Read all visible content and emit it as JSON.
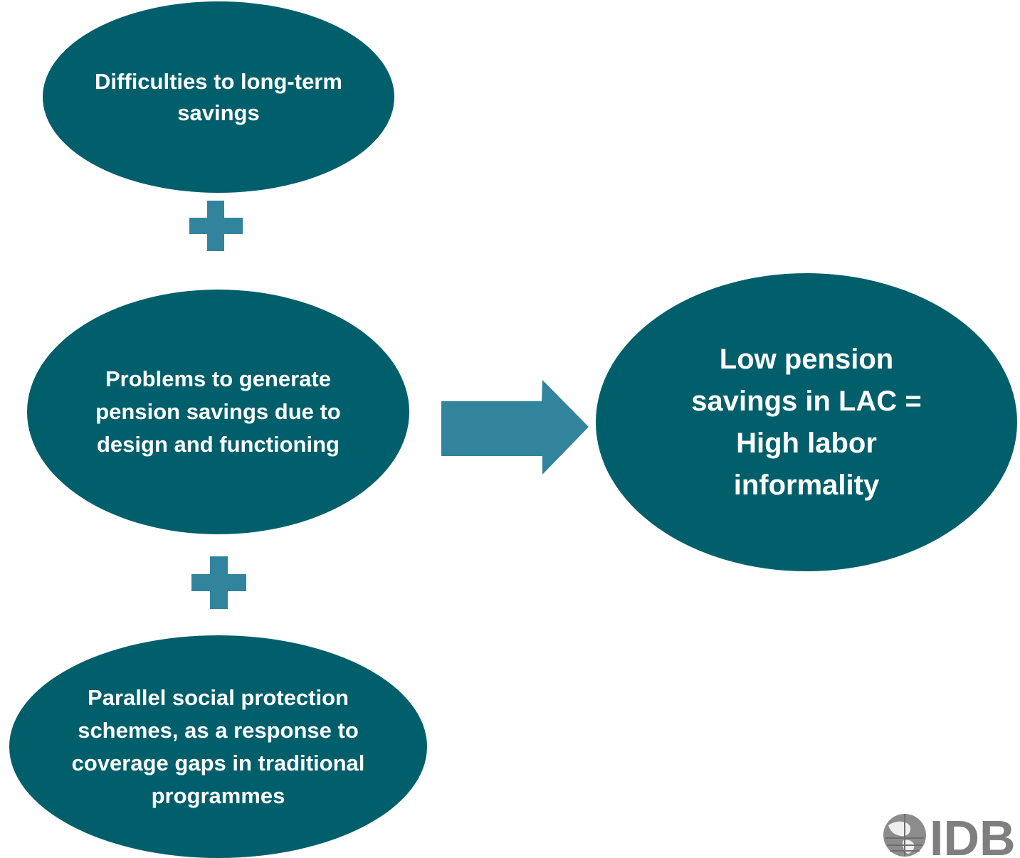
{
  "diagram": {
    "nodes": [
      {
        "id": "node1",
        "text": "Difficulties to long-term savings"
      },
      {
        "id": "node2",
        "text": "Problems to generate pension savings due to design and functioning"
      },
      {
        "id": "node3",
        "text": "Parallel social protection schemes, as a response to coverage gaps in traditional programmes"
      },
      {
        "id": "result",
        "text": "Low pension savings in LAC = High labor informality"
      }
    ],
    "connectors": [
      {
        "type": "plus",
        "between": [
          "node1",
          "node2"
        ]
      },
      {
        "type": "plus",
        "between": [
          "node2",
          "node3"
        ]
      },
      {
        "type": "arrow",
        "from": "node2",
        "to": "result"
      }
    ]
  },
  "logo": {
    "text": "IDB"
  },
  "colors": {
    "ellipse": "#005f6b",
    "connector": "#31849b",
    "text": "#ffffff",
    "logo": "#7f7f7f"
  }
}
